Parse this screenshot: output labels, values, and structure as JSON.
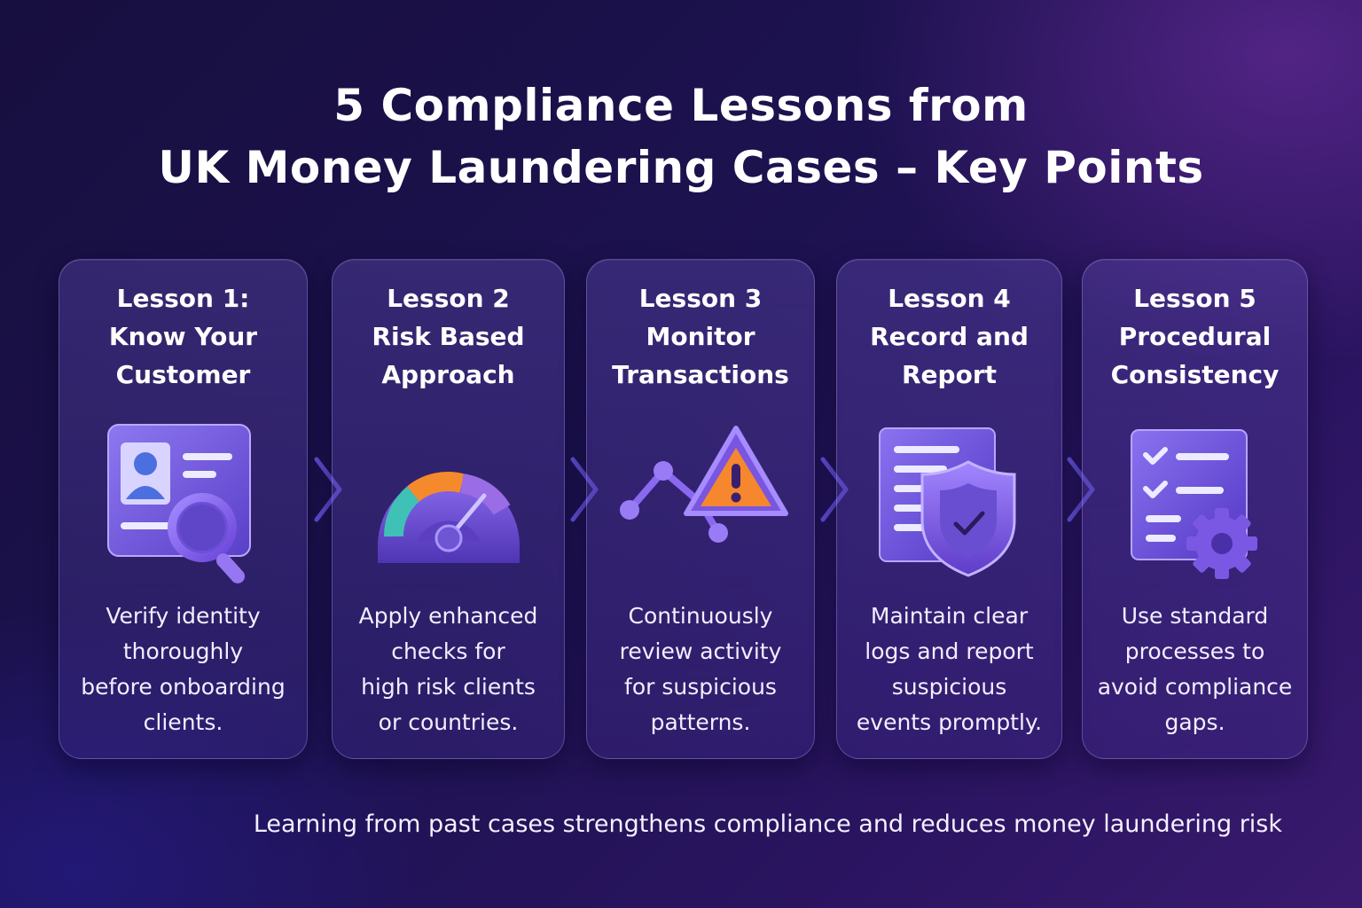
{
  "title": {
    "line1": "5 Compliance Lessons from",
    "line2": "UK Money Laundering Cases – Key Points"
  },
  "lessons": [
    {
      "title": [
        "Lesson 1:",
        "Know Your",
        "Customer"
      ],
      "icon": "id-card-magnifier-icon",
      "description": [
        "Verify identity",
        "thoroughly",
        "before onboarding",
        "clients."
      ]
    },
    {
      "title": [
        "Lesson 2",
        "Risk Based",
        "Approach"
      ],
      "icon": "risk-gauge-icon",
      "description": [
        "Apply enhanced",
        "checks for",
        "high risk clients",
        "or countries."
      ]
    },
    {
      "title": [
        "Lesson 3",
        "Monitor",
        "Transactions"
      ],
      "icon": "warning-graph-icon",
      "description": [
        "Continuously",
        "review activity",
        "for suspicious",
        "patterns."
      ]
    },
    {
      "title": [
        "Lesson 4",
        "Record and",
        "Report"
      ],
      "icon": "document-shield-icon",
      "description": [
        "Maintain clear",
        "logs and report",
        "suspicious",
        "events promptly."
      ]
    },
    {
      "title": [
        "Lesson 5",
        "Procedural",
        "Consistency"
      ],
      "icon": "checklist-gear-icon",
      "description": [
        "Use standard",
        "processes to",
        "avoid compliance",
        "gaps."
      ]
    }
  ],
  "footer": "Learning from past cases strengthens compliance and reduces money laundering risk",
  "colors": {
    "background": "#1d1250",
    "card": "#4a3a9a",
    "accent_purple": "#7b5ce0",
    "gauge_teal": "#3fc1b5",
    "gauge_orange": "#f48a2c",
    "warning_orange": "#f6872e"
  }
}
